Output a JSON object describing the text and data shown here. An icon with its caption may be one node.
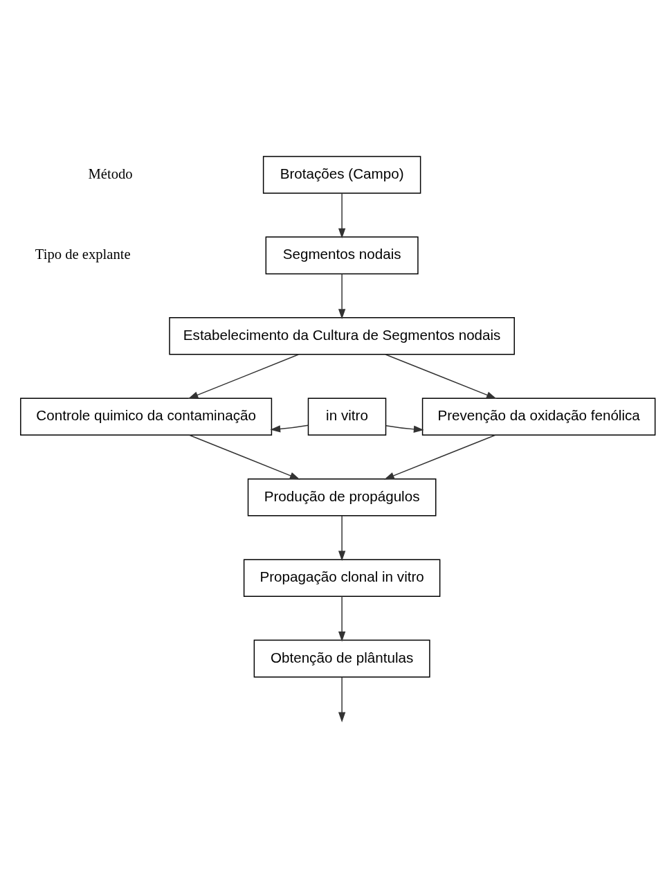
{
  "diagram": {
    "nodes": [
      {
        "text": [
          "Brotações (Campo)"
        ]
      },
      {
        "text": [
          "Segmentos nodais"
        ]
      },
      {
        "text": [
          "Estabelecimento da Cultura de Segmentos nodais"
        ]
      },
      {
        "text": [
          "Controle quimico da contaminação"
        ]
      },
      {
        "text": [
          "in vitro"
        ]
      },
      {
        "text": [
          "Prevenção da oxidação fenólica"
        ]
      },
      {
        "text": [
          "Produção de propágulos"
        ]
      },
      {
        "text": [
          "Propagação clonal in vitro"
        ]
      },
      {
        "text": [
          "Obtenção de plântulas"
        ]
      }
    ],
    "edges": [
      {
        "from": 0,
        "to": 1,
        "arrow": "to"
      },
      {
        "from": 1,
        "to": 2,
        "arrow": "to"
      },
      {
        "from": 2,
        "to": 3,
        "arrow": "to"
      },
      {
        "from": 2,
        "to": 5,
        "arrow": "to"
      },
      {
        "from": 4,
        "to": 3,
        "arrow": "to"
      },
      {
        "from": 4,
        "to": 5,
        "arrow": "to"
      },
      {
        "from": 3,
        "to": 6,
        "arrow": "to"
      },
      {
        "from": 5,
        "to": 6,
        "arrow": "to"
      },
      {
        "from": 6,
        "to": 7,
        "arrow": "to"
      },
      {
        "from": 7,
        "to": 8,
        "arrow": "to"
      },
      {
        "from": 8,
        "to": null,
        "arrow": "to"
      }
    ],
    "labels": [
      "Método",
      "Tipo de explante"
    ]
  }
}
